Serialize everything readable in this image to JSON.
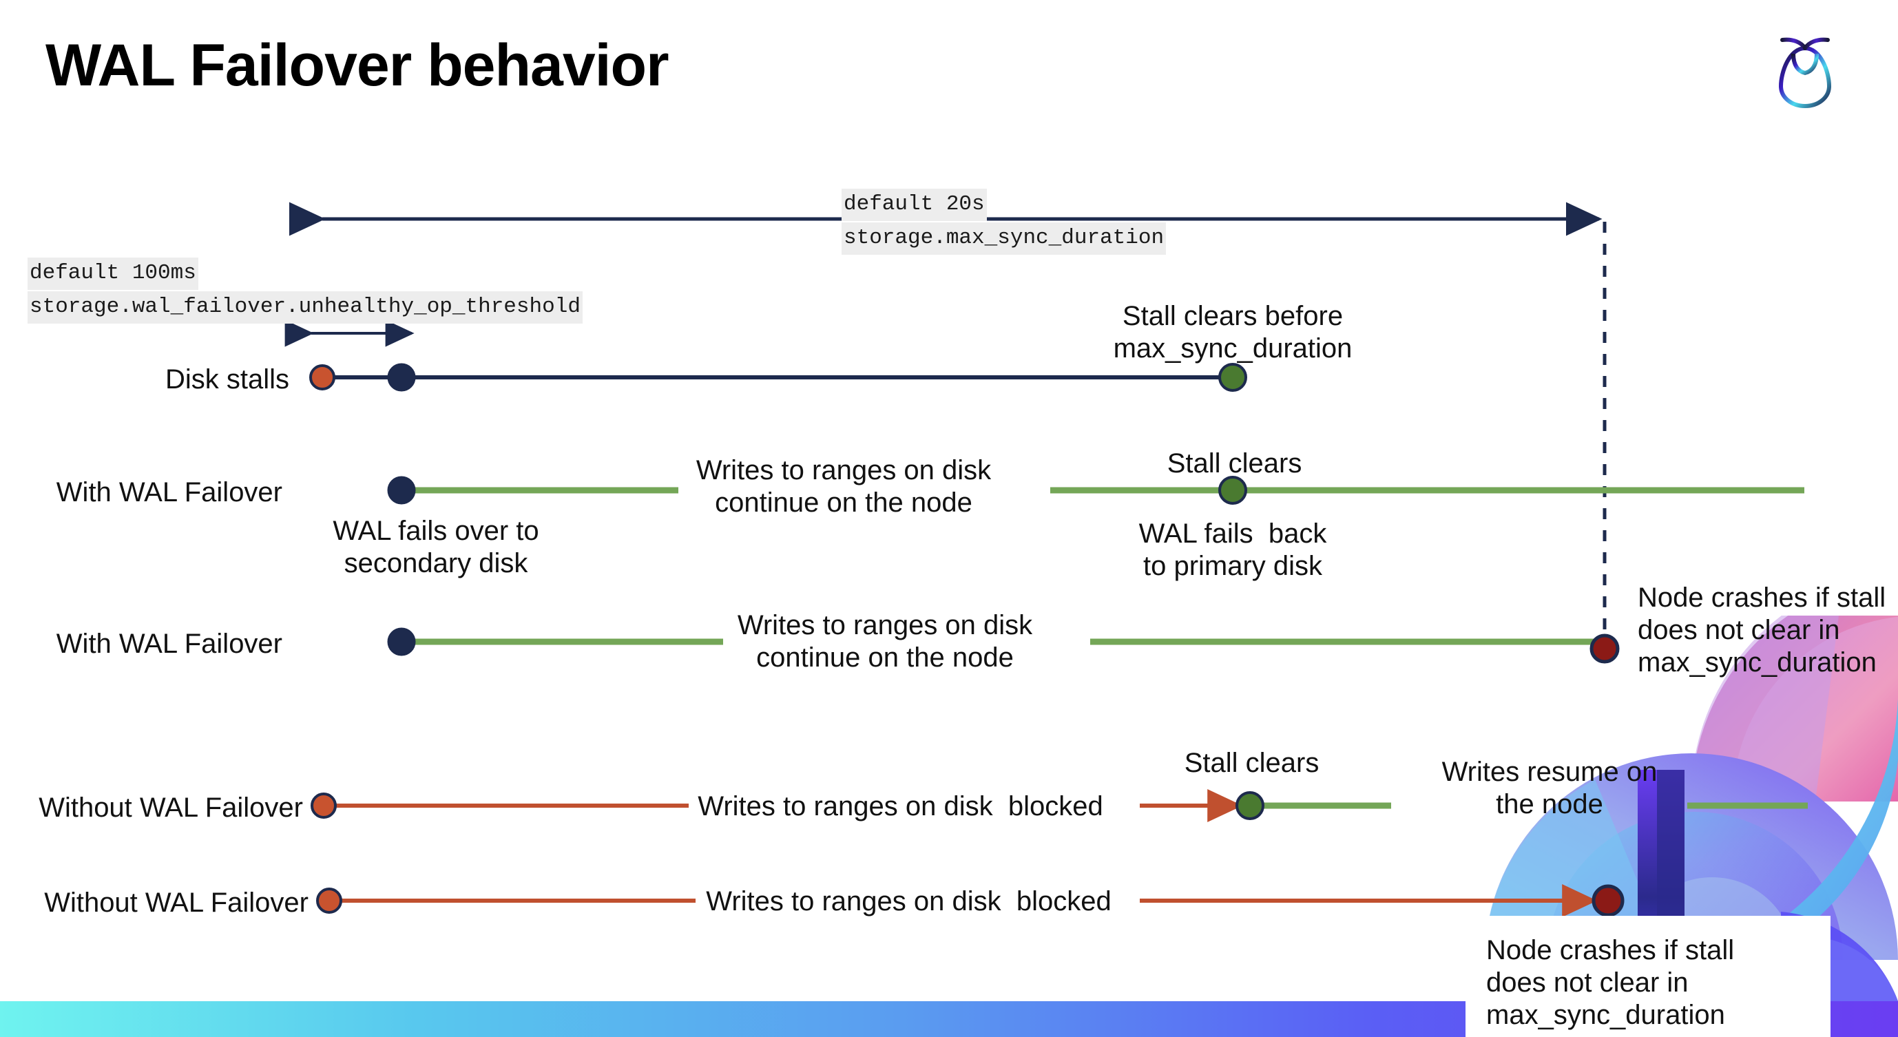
{
  "slide": {
    "title": "WAL Failover behavior",
    "logo_name": "cockroachdb-logo"
  },
  "annotations": {
    "max_sync": {
      "line1": "default 20s",
      "line2": "storage.max_sync_duration"
    },
    "unhealthy": {
      "line1": "default 100ms",
      "line2": "storage.wal_failover.unhealthy_op_threshold"
    }
  },
  "rows": [
    {
      "id": "disk-stalls",
      "label": "Disk stalls",
      "note_above": "Stall clears before\nmax_sync_duration"
    },
    {
      "id": "with-wal-failover-1",
      "label": "With WAL Failover",
      "note_start": "WAL fails over to\nsecondary disk",
      "note_middle": "Writes to ranges on disk\ncontinue on the node",
      "note_clear_above": "Stall clears",
      "note_clear_below": "WAL fails  back\nto primary disk"
    },
    {
      "id": "with-wal-failover-2",
      "label": "With WAL Failover",
      "note_middle": "Writes to ranges on disk\ncontinue on the node",
      "note_crash": "Node crashes if stall\ndoes not clear in\nmax_sync_duration"
    },
    {
      "id": "without-wal-failover-1",
      "label": "Without WAL Failover",
      "note_middle": "Writes to ranges on disk  blocked",
      "note_clear_above": "Stall clears",
      "note_resume": "Writes resume on\nthe node"
    },
    {
      "id": "without-wal-failover-2",
      "label": "Without WAL Failover",
      "note_middle": "Writes to ranges on disk  blocked",
      "note_crash": "Node crashes if stall\ndoes not clear in\nmax_sync_duration"
    }
  ],
  "colors": {
    "navy": "#1d2a4d",
    "green_line": "#74a657",
    "green_dot": "#4a7a30",
    "orange_line": "#c0502f",
    "orange_dot": "#c8532f",
    "dark_red_dot": "#8b1a16",
    "code_bg": "#ededed",
    "bar_gradient_start": "#6ff3ef",
    "bar_gradient_end": "#6a3df2"
  }
}
